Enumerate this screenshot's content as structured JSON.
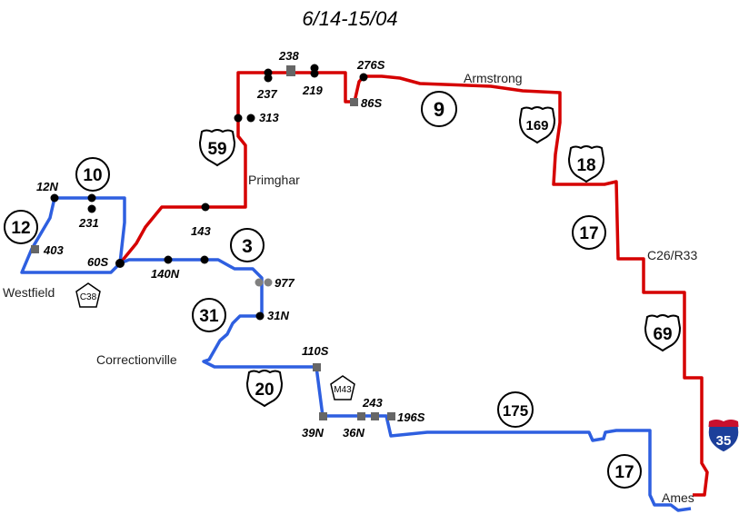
{
  "title": "6/14-15/04",
  "colors": {
    "red_route": "#d50000",
    "blue_route": "#2e5fe0",
    "interstate_blue": "#1c3f9a",
    "interstate_red": "#c8102e"
  },
  "towns": {
    "armstrong": "Armstrong",
    "primghar": "Primghar",
    "westfield": "Westfield",
    "correctionville": "Correctionville",
    "c26_r33": "C26/R33",
    "ames": "Ames"
  },
  "points": {
    "p238": "238",
    "p237": "237",
    "p219": "219",
    "p276s": "276S",
    "p86s": "86S",
    "p313": "313",
    "p12n": "12N",
    "p231": "231",
    "p403": "403",
    "p60s": "60S",
    "p143": "143",
    "p140n": "140N",
    "p977": "977",
    "p31n": "31N",
    "p110s": "110S",
    "p39n": "39N",
    "p36n": "36N",
    "p243": "243",
    "p196s": "196S"
  },
  "shields": {
    "state_9": "9",
    "state_10": "10",
    "state_12": "12",
    "state_3": "3",
    "state_31": "31",
    "state_175": "175",
    "state_17_north": "17",
    "state_17_south": "17",
    "us_59": "59",
    "us_169": "169",
    "us_18": "18",
    "us_69": "69",
    "us_20": "20",
    "county_c38": "C38",
    "county_m43": "M43",
    "interstate_35": "35"
  }
}
